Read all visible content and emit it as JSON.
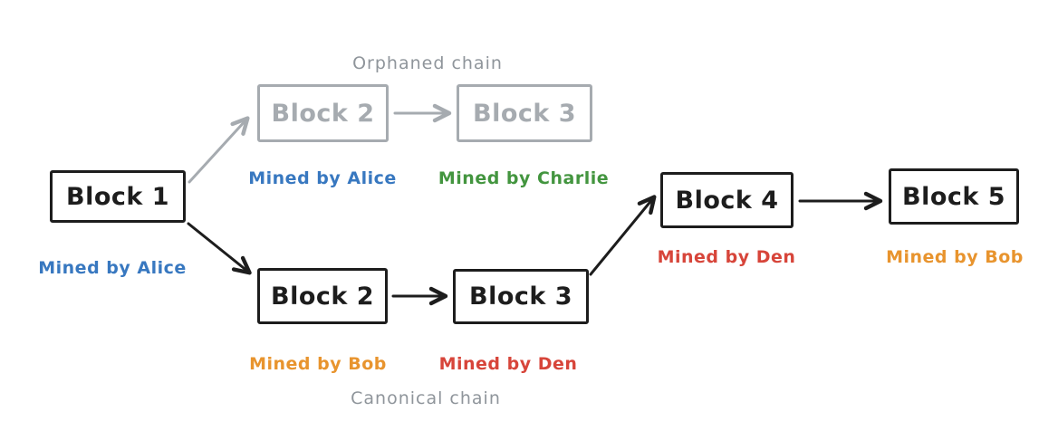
{
  "diagram": {
    "title_implicit": "Blockchain fork diagram",
    "chain_labels": {
      "orphaned": "Orphaned chain",
      "canonical": "Canonical chain"
    },
    "blocks": {
      "block1": {
        "label": "Block 1",
        "miner": "Mined by Alice"
      },
      "orphan_block2": {
        "label": "Block 2",
        "miner": "Mined by Alice"
      },
      "orphan_block3": {
        "label": "Block 3",
        "miner": "Mined by Charlie"
      },
      "canon_block2": {
        "label": "Block 2",
        "miner": "Mined by Bob"
      },
      "canon_block3": {
        "label": "Block 3",
        "miner": "Mined by Den"
      },
      "block4": {
        "label": "Block 4",
        "miner": "Mined by Den"
      },
      "block5": {
        "label": "Block 5",
        "miner": "Mined by Bob"
      }
    },
    "colors": {
      "blue": "#3878c0",
      "green": "#43953f",
      "orange": "#e8942e",
      "red": "#d7453a",
      "gray": "#a6abb0",
      "gray_text": "#8f959b",
      "black": "#1d1d1d"
    }
  }
}
